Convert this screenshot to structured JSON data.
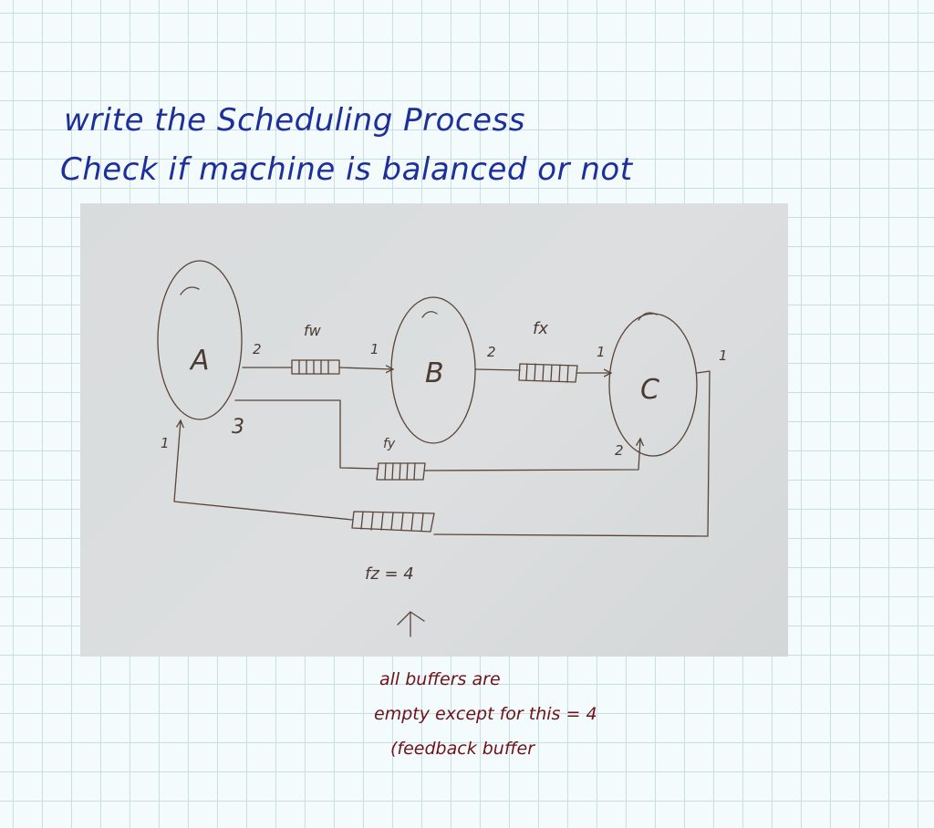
{
  "instructions": {
    "line1": "write the Scheduling Process",
    "line2": "Check if machine is balanced or not"
  },
  "diagram": {
    "nodes": [
      "A",
      "B",
      "C"
    ],
    "buffers": {
      "fw": "fw",
      "fx": "fx",
      "fy": "fy",
      "fz": "fz = 4"
    },
    "port_labels": {
      "a_out_fw": "2",
      "b_in_fw": "1",
      "b_out_fx": "2",
      "c_in_fx": "1",
      "c_out_fz": "1",
      "c_in_fy": "2",
      "a_out_fy": "3",
      "a_in_fz": "1"
    },
    "arrow_marker": "up-arrow"
  },
  "annotation": {
    "line1": "all buffers are",
    "line2": "empty except for this = 4",
    "line3": "(feedback buffer"
  },
  "colors": {
    "blue_ink": "#1d2f9a",
    "red_ink": "#6e1218",
    "pencil": "#5a4438",
    "grid": "#c9dde3",
    "paper": "#f3fbfd"
  }
}
